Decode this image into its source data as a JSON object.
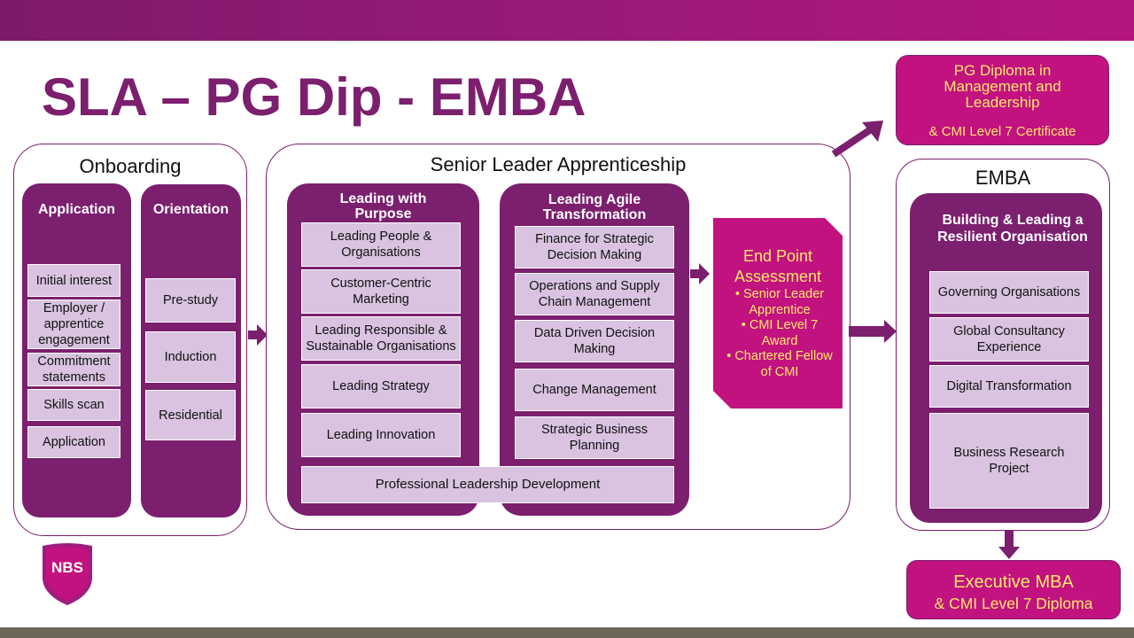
{
  "title": "SLA – PG Dip - EMBA",
  "onboarding": {
    "title": "Onboarding",
    "application": {
      "heading": "Application",
      "items": [
        "Initial interest",
        "Employer / apprentice engagement",
        "Commitment statements",
        "Skills scan",
        "Application"
      ]
    },
    "orientation": {
      "heading": "Orientation",
      "items": [
        "Pre-study",
        "Induction",
        "Residential"
      ]
    }
  },
  "sla": {
    "title": "Senior Leader Apprenticeship",
    "purpose": {
      "heading": "Leading with Purpose",
      "items": [
        "Leading People & Organisations",
        "Customer-Centric Marketing",
        "Leading Responsible & Sustainable Organisations",
        "Leading Strategy",
        "Leading Innovation"
      ]
    },
    "agile": {
      "heading": "Leading Agile Transformation",
      "items": [
        "Finance for Strategic Decision Making",
        "Operations and Supply Chain Management",
        "Data Driven Decision Making",
        "Change Management",
        "Strategic Business Planning"
      ]
    },
    "pld": "Professional Leadership Development"
  },
  "epa": {
    "title": "End Point Assessment",
    "items": [
      "• Senior Leader Apprentice",
      "• CMI Level 7 Award",
      "• Chartered Fellow of CMI"
    ]
  },
  "pg_diploma": {
    "title": "PG Diploma in Management and Leadership",
    "subtitle": "& CMI Level 7 Certificate"
  },
  "emba": {
    "title": "EMBA",
    "heading": "Building & Leading a Resilient Organisation",
    "items": [
      "Governing Organisations",
      "Global Consultancy Experience",
      "Digital Transformation",
      "Business Research Project"
    ]
  },
  "executive_mba": {
    "title": "Executive MBA",
    "subtitle": "& CMI Level 7 Diploma"
  },
  "logo": {
    "text": "NBS"
  },
  "colors": {
    "plum": "#7b1f6e",
    "magenta": "#c2127f",
    "lavender": "#d9c3e0",
    "yellow": "#ffe86b"
  }
}
